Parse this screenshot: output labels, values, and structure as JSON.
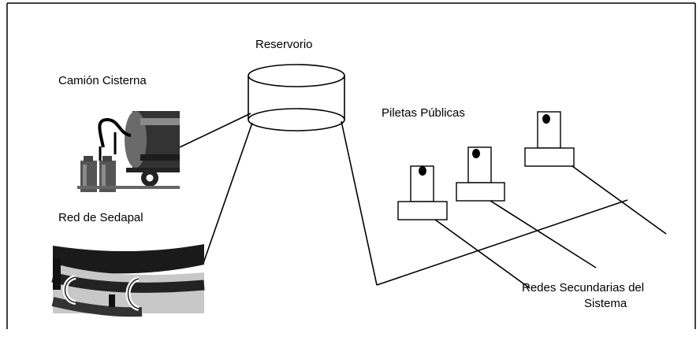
{
  "labels": {
    "reservoir": "Reservorio",
    "tank_truck": "Camión Cisterna",
    "public_taps": "Piletas Públicas",
    "sedapal_network": "Red de Sedapal",
    "secondary_networks_line1": "Redes Secundarias del",
    "secondary_networks_line2": "Sistema"
  },
  "colors": {
    "line": "#000000",
    "dark_fill": "#333333",
    "mid_fill": "#777777",
    "light_fill": "#c8c8c8"
  }
}
